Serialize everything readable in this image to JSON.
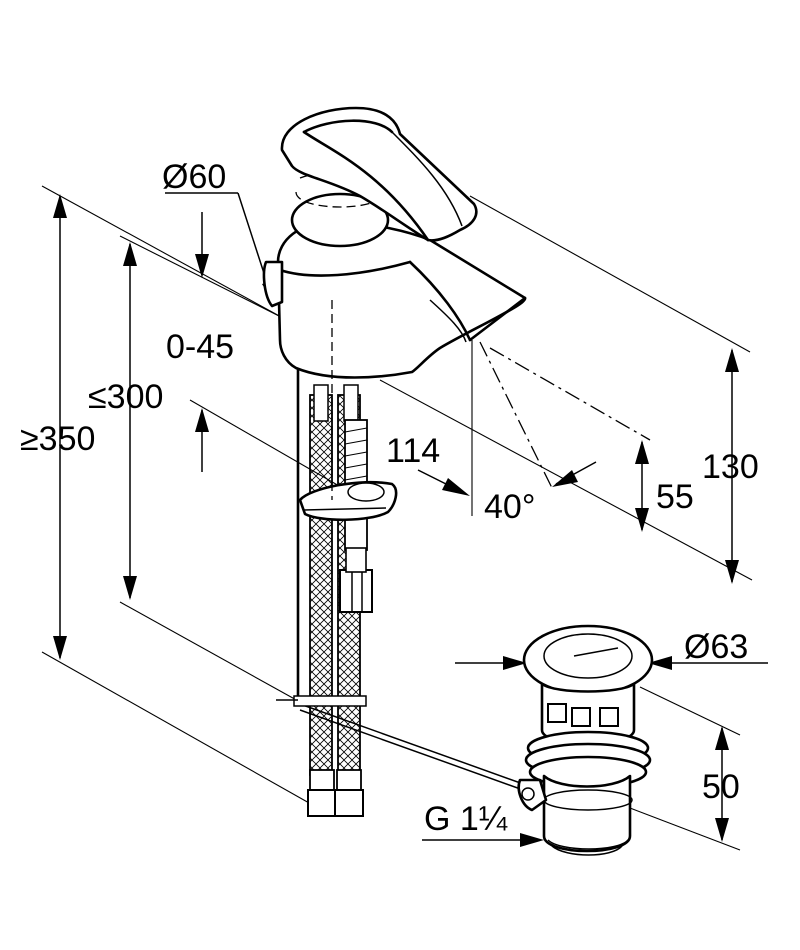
{
  "dimensions": {
    "aerator_diameter": "Ø60",
    "projection_range": "0-45",
    "max_deck_thickness": "≤300",
    "min_height": "≥350",
    "spout_reach": "114",
    "spout_angle": "40°",
    "outlet_height": "55",
    "total_height": "130",
    "waste_diameter": "Ø63",
    "waste_height": "50",
    "waste_thread": "G 1¼"
  }
}
